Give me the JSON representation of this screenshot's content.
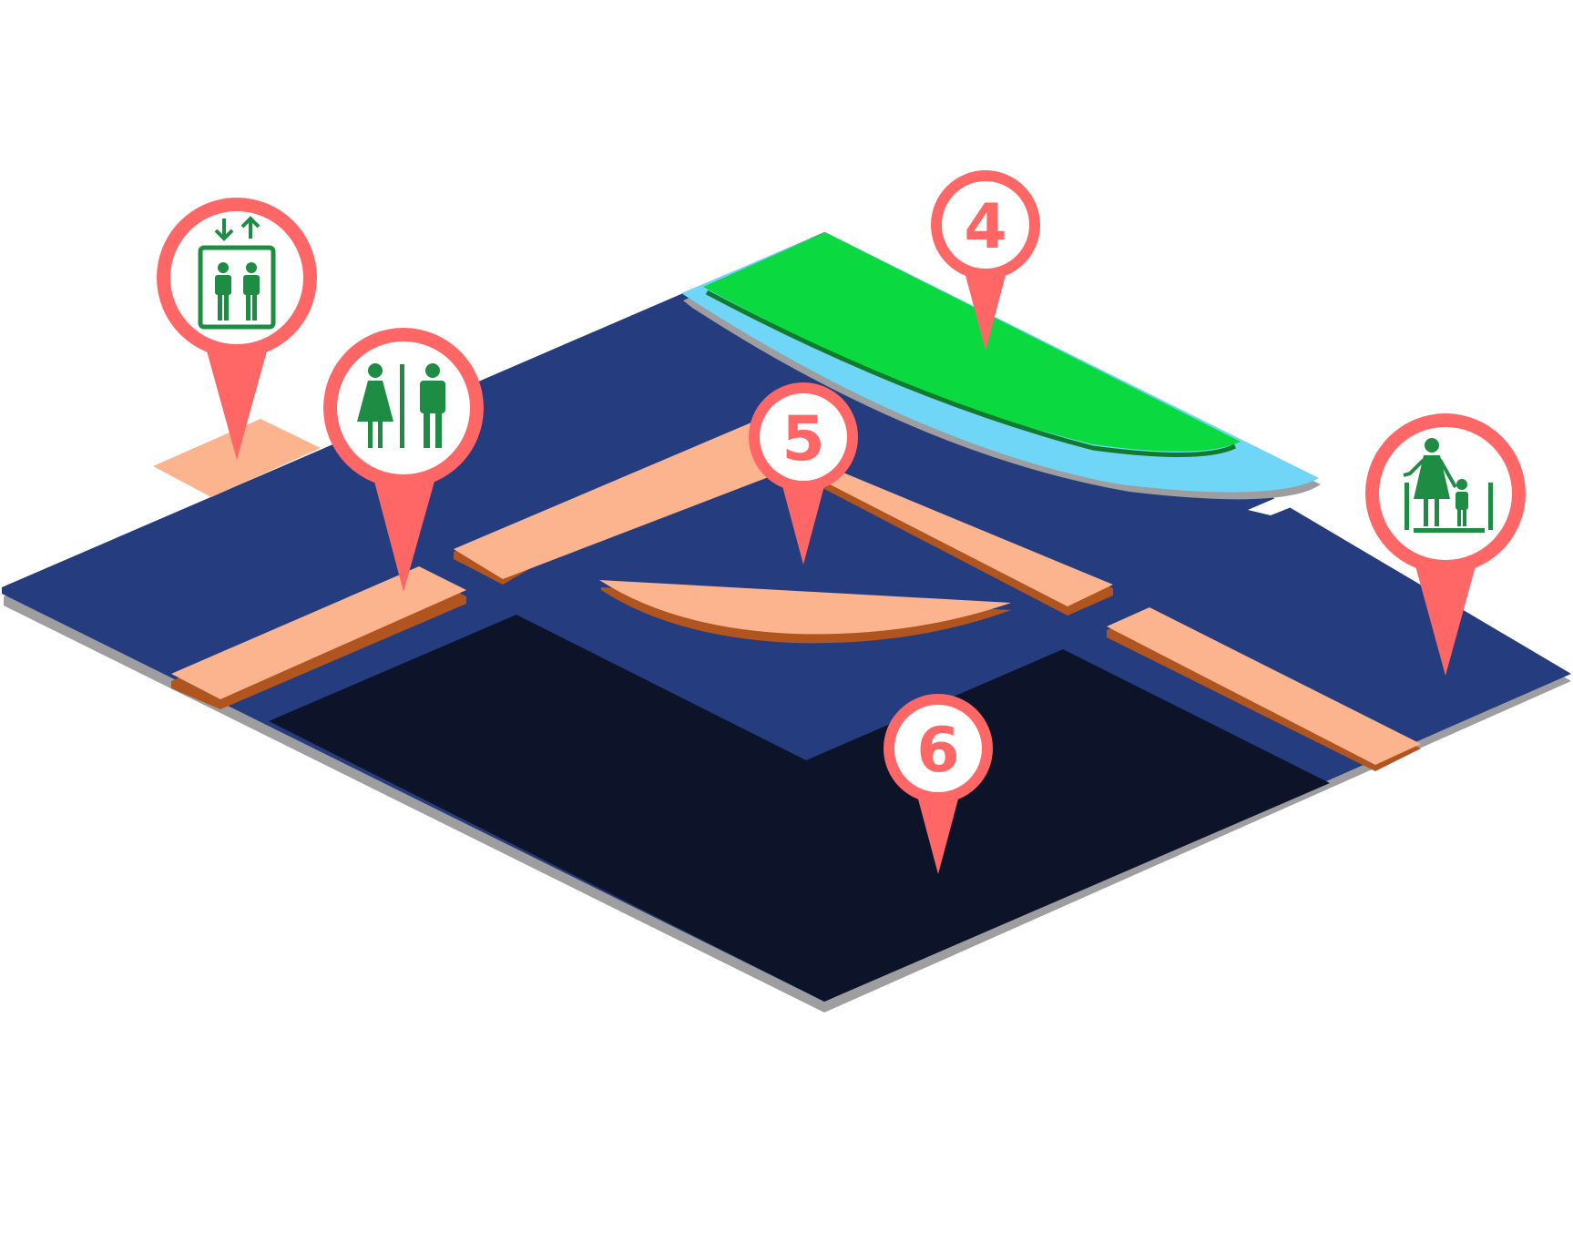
{
  "colors": {
    "floor": "#253d7e",
    "dark_zone": "#0d142a",
    "walkway": "#fbb48d",
    "walkway_side": "#b0551f",
    "green_zone": "#0ad93f",
    "water": "#70d6f7",
    "shadow": "#9e9ea0",
    "pin": "#ff6767",
    "icon_green": "#1e8c43"
  },
  "pins": [
    {
      "kind": "icon",
      "icon": "elevator-icon"
    },
    {
      "kind": "icon",
      "icon": "restroom-icon"
    },
    {
      "kind": "label",
      "label": "4"
    },
    {
      "kind": "label",
      "label": "5"
    },
    {
      "kind": "label",
      "label": "6"
    },
    {
      "kind": "icon",
      "icon": "family-room-icon"
    }
  ]
}
